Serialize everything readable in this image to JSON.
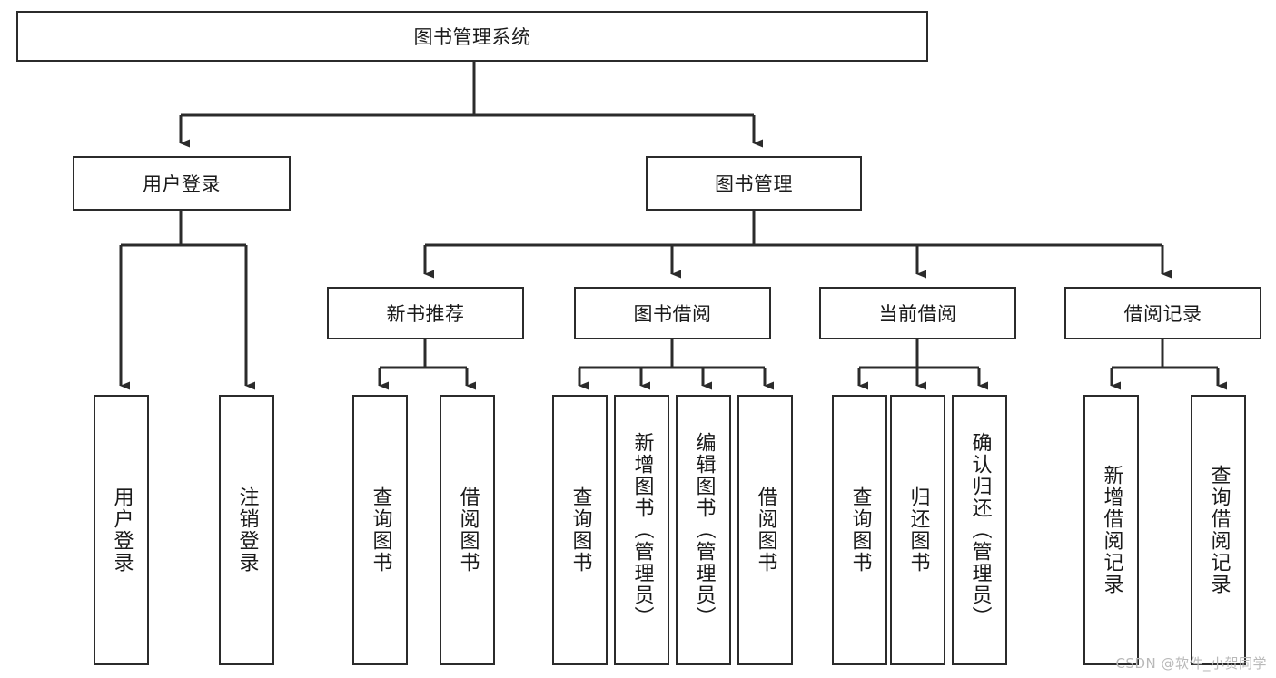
{
  "diagram": {
    "title": "图书管理系统",
    "watermark": "CSDN @软件_小贺同学",
    "colors": {
      "background": "#ffffff",
      "node_border": "#2b2b2b",
      "node_fill": "#ffffff",
      "connector": "#2b2b2b",
      "text": "#1a1a1a",
      "watermark": "#b9b9b9"
    },
    "root": {
      "label": "图书管理系统"
    },
    "level2": [
      {
        "label": "用户登录"
      },
      {
        "label": "图书管理"
      }
    ],
    "level3": [
      {
        "label": "新书推荐"
      },
      {
        "label": "图书借阅"
      },
      {
        "label": "当前借阅"
      },
      {
        "label": "借阅记录"
      }
    ],
    "leaves": {
      "user_login": [
        {
          "label": "用户登录"
        },
        {
          "label": "注销登录"
        }
      ],
      "new_book_recommend": [
        {
          "label": "查询图书"
        },
        {
          "label": "借阅图书"
        }
      ],
      "book_borrow": [
        {
          "label": "查询图书"
        },
        {
          "label": "新增图书（管理员）"
        },
        {
          "label": "编辑图书（管理员）"
        },
        {
          "label": "借阅图书"
        }
      ],
      "current_borrow": [
        {
          "label": "查询图书"
        },
        {
          "label": "归还图书"
        },
        {
          "label": "确认归还（管理员）"
        }
      ],
      "borrow_record": [
        {
          "label": "新增借阅记录"
        },
        {
          "label": "查询借阅记录"
        }
      ]
    }
  }
}
